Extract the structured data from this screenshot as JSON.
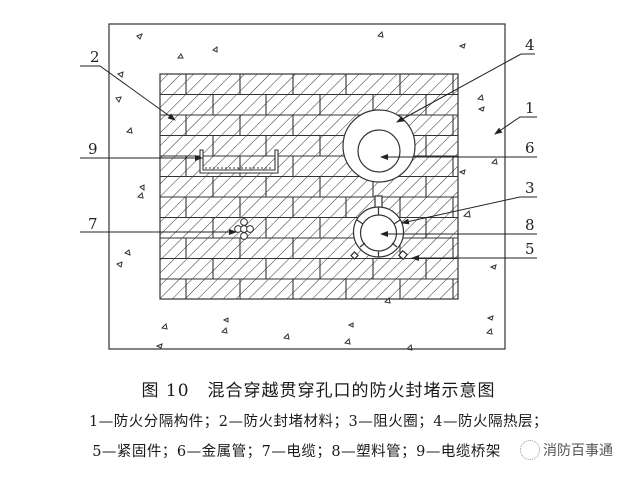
{
  "figure": {
    "title": "图 10　混合穿越贯穿孔口的防火封堵示意图",
    "legend_line1": "1—防火分隔构件；2—防火封堵材料；3—阻火圈；4—防火隔热层；",
    "legend_line2": "5—紧固件；6—金属管；7—电缆；8—塑料管；9—电缆桥架",
    "watermark": "消防百事通"
  },
  "labels": {
    "l1": "1",
    "l2": "2",
    "l3": "3",
    "l4": "4",
    "l5": "5",
    "l6": "6",
    "l7": "7",
    "l8": "8",
    "l9": "9"
  },
  "legend_items": [
    {
      "num": "1",
      "name": "防火分隔构件"
    },
    {
      "num": "2",
      "name": "防火封堵材料"
    },
    {
      "num": "3",
      "name": "阻火圈"
    },
    {
      "num": "4",
      "name": "防火隔热层"
    },
    {
      "num": "5",
      "name": "紧固件"
    },
    {
      "num": "6",
      "name": "金属管"
    },
    {
      "num": "7",
      "name": "电缆"
    },
    {
      "num": "8",
      "name": "塑料管"
    },
    {
      "num": "9",
      "name": "电缆桥架"
    }
  ]
}
